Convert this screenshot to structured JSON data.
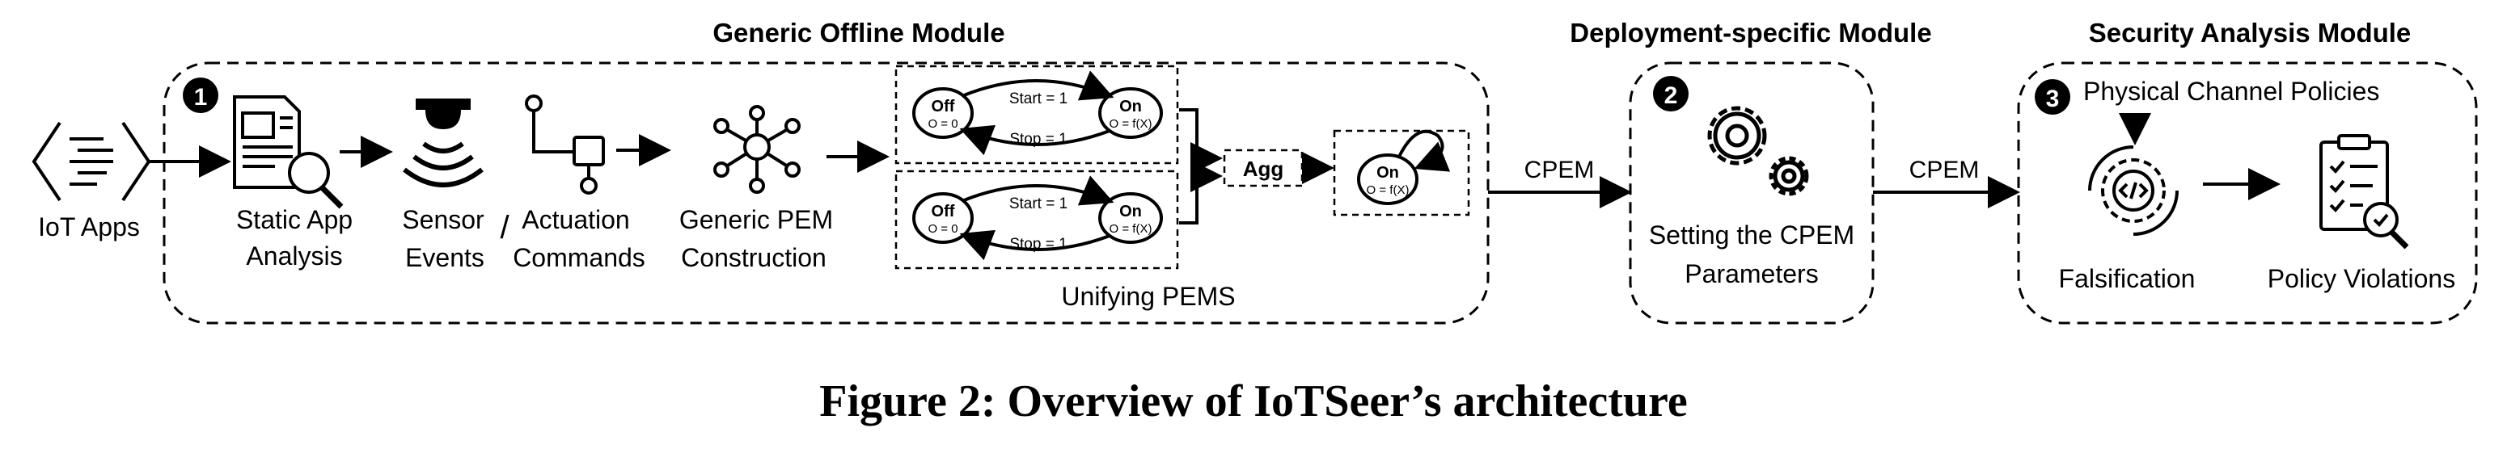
{
  "modules": {
    "generic_offline": "Generic Offline Module",
    "deployment_specific": "Deployment-specific Module",
    "security_analysis": "Security Analysis Module"
  },
  "badges": {
    "one": "1",
    "two": "2",
    "three": "3"
  },
  "labels": {
    "iot_apps": "IoT Apps",
    "static_app_1": "Static App",
    "static_app_2": "Analysis",
    "sensor_1": "Sensor",
    "sensor_2": "Events",
    "actuation_1": "Actuation",
    "actuation_2": "Commands",
    "slash": "/",
    "generic_pem_1": "Generic PEM",
    "generic_pem_2": "Construction",
    "unifying": "Unifying PEMS",
    "agg": "Agg",
    "cpem_1": "CPEM",
    "cpem_2": "CPEM",
    "setting_1": "Setting the CPEM",
    "setting_2": "Parameters",
    "physical_policies": "Physical Channel Policies",
    "falsification": "Falsification",
    "policy_violations": "Policy Violations"
  },
  "fsm": {
    "off": "Off",
    "off_out": "O = 0",
    "on": "On",
    "on_out": "O = f(X)",
    "start": "Start = 1",
    "stop": "Stop = 1"
  },
  "caption": "Figure 2: Overview of IoTSeer’s architecture"
}
